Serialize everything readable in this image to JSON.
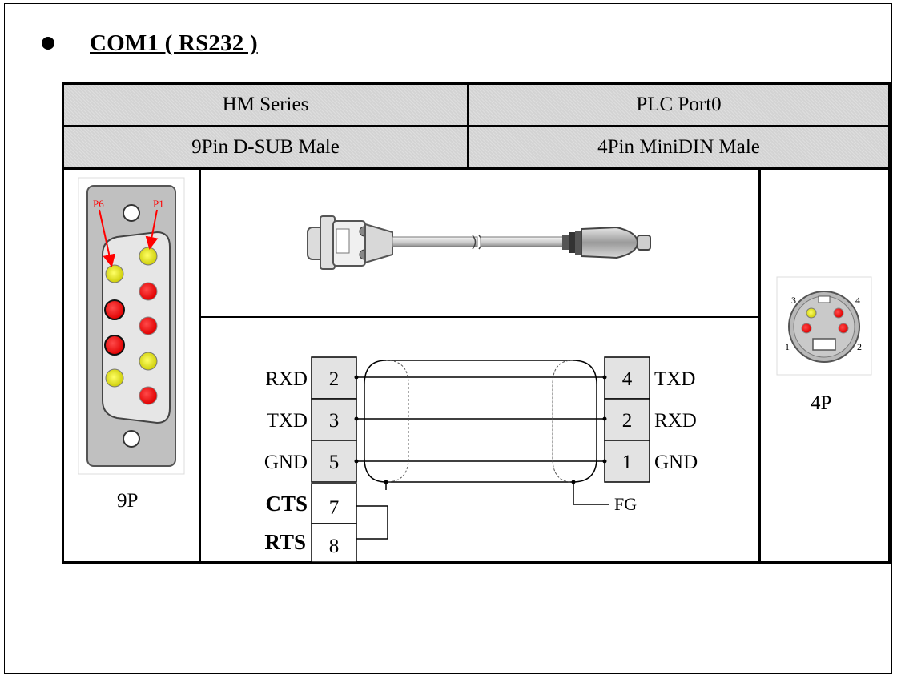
{
  "heading": "COM1 ( RS232 )",
  "table": {
    "header_left": "HM Series",
    "header_right": "PLC Port0",
    "subheader_left": "9Pin D-SUB Male",
    "subheader_right": "4Pin MiniDIN Male"
  },
  "left_connector": {
    "label": "9P",
    "pin_labels": [
      "P6",
      "P1"
    ]
  },
  "right_connector": {
    "label": "4P",
    "pin_numbers": [
      "3",
      "4",
      "1",
      "2"
    ]
  },
  "wiring": {
    "left_pins": [
      {
        "signal": "RXD",
        "pin": "2"
      },
      {
        "signal": "TXD",
        "pin": "3"
      },
      {
        "signal": "GND",
        "pin": "5"
      },
      {
        "signal": "CTS",
        "pin": "7"
      },
      {
        "signal": "RTS",
        "pin": "8"
      }
    ],
    "right_pins": [
      {
        "pin": "4",
        "signal": "TXD"
      },
      {
        "pin": "2",
        "signal": "RXD"
      },
      {
        "pin": "1",
        "signal": "GND"
      }
    ],
    "shield_label": "FG"
  },
  "colors": {
    "header_bg": "#d3d3d3",
    "pin_red": "#ff0000",
    "pin_yellow": "#ffff33",
    "arrow_red": "#ff0000",
    "connector_gray": "#c8c8c8"
  }
}
